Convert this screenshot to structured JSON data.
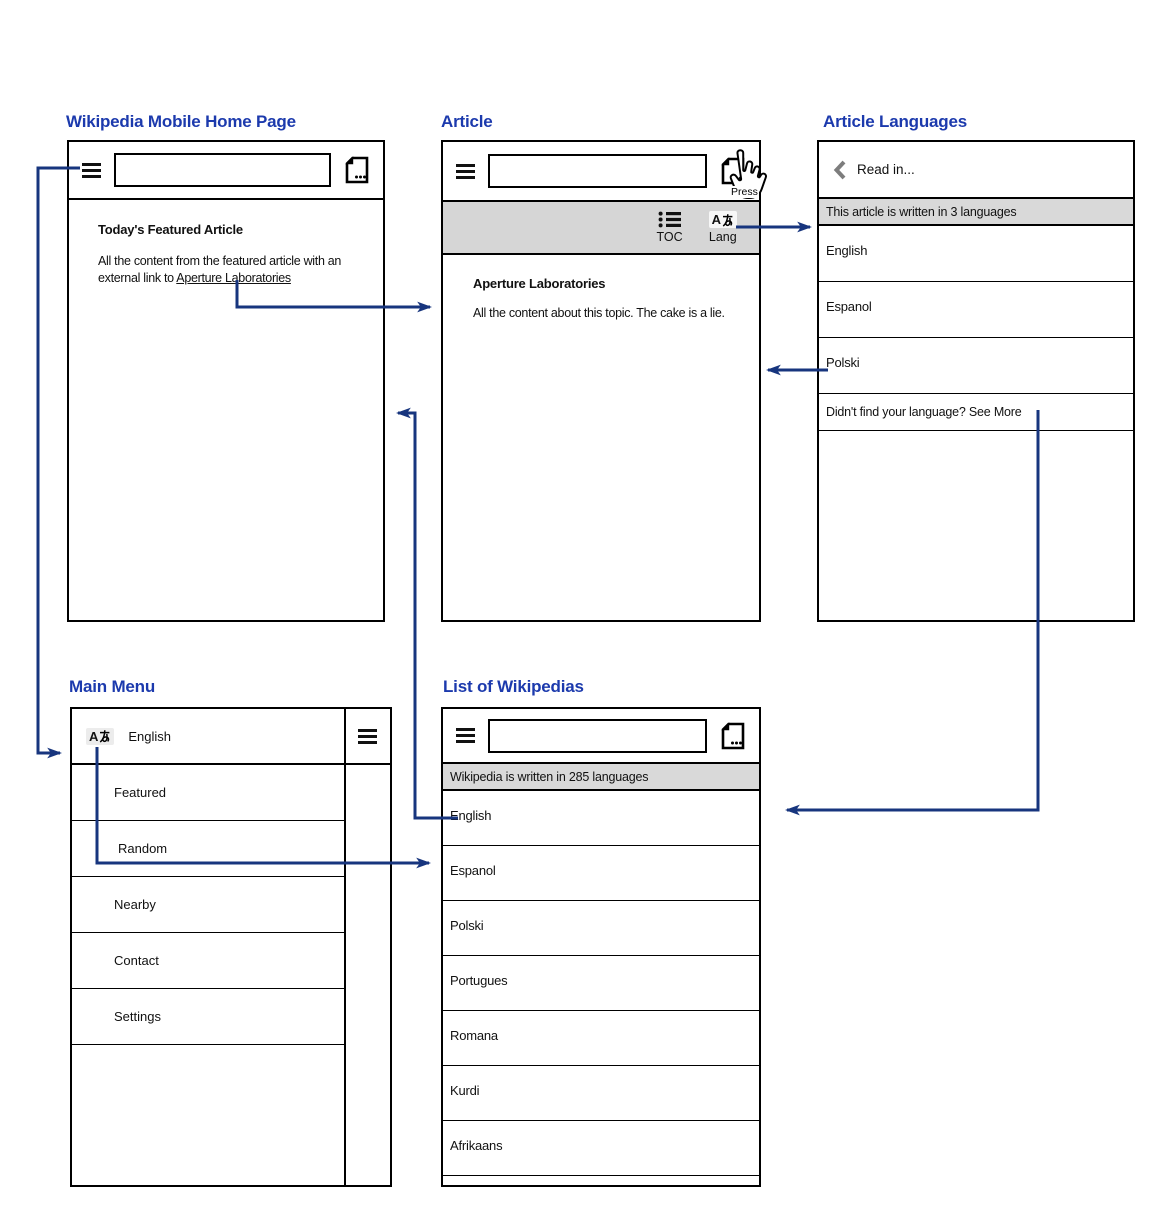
{
  "colors": {
    "title_blue": "#1c3aad",
    "arrow_blue": "#17357e",
    "toolbar_gray": "#d6d6d6",
    "info_bar_gray": "#d9d9d9"
  },
  "panels": {
    "home": {
      "title": "Wikipedia Mobile Home Page",
      "featured_heading": "Today's Featured Article",
      "featured_line1": "All the content from the featured article with an",
      "featured_line2": "external link to ",
      "featured_link": "Aperture Laboratories"
    },
    "article": {
      "title": "Article",
      "toc_label": "TOC",
      "lang_badge_letter": "A",
      "lang_badge_kana": "あ",
      "lang_label": "Lang",
      "press_label": "Press",
      "article_heading": "Aperture Laboratories",
      "article_body": "All the content about this topic. The cake is a lie."
    },
    "article_languages": {
      "title": "Article Languages",
      "back_label": "Read in...",
      "info_bar": "This article is written in 3 languages",
      "items": [
        "English",
        "Espanol",
        "Polski"
      ],
      "see_more": "Didn't find your language? See More"
    },
    "main_menu": {
      "title": "Main Menu",
      "lang_badge_letter": "A",
      "lang_badge_kana": "あ",
      "current_language": "English",
      "items": [
        "Featured",
        "Random",
        "Nearby",
        "Contact",
        "Settings"
      ]
    },
    "list_of_wikipedias": {
      "title": "List of Wikipedias",
      "info_bar": "Wikipedia is written in 285 languages",
      "items": [
        "English",
        "Espanol",
        "Polski",
        "Portugues",
        "Romana",
        "Kurdi",
        "Afrikaans"
      ]
    }
  },
  "flows": [
    {
      "from": "home.menu-button",
      "to": "main-menu"
    },
    {
      "from": "home.featured-article-link",
      "to": "article"
    },
    {
      "from": "article.lang-button",
      "to": "article-languages"
    },
    {
      "from": "article-languages.language-polski",
      "to": "article"
    },
    {
      "from": "article-languages.see-more",
      "to": "list-of-wikipedias"
    },
    {
      "from": "main-menu.language-setting",
      "to": "list-of-wikipedias"
    },
    {
      "from": "list-of-wikipedias.language-english",
      "to": "home"
    }
  ]
}
